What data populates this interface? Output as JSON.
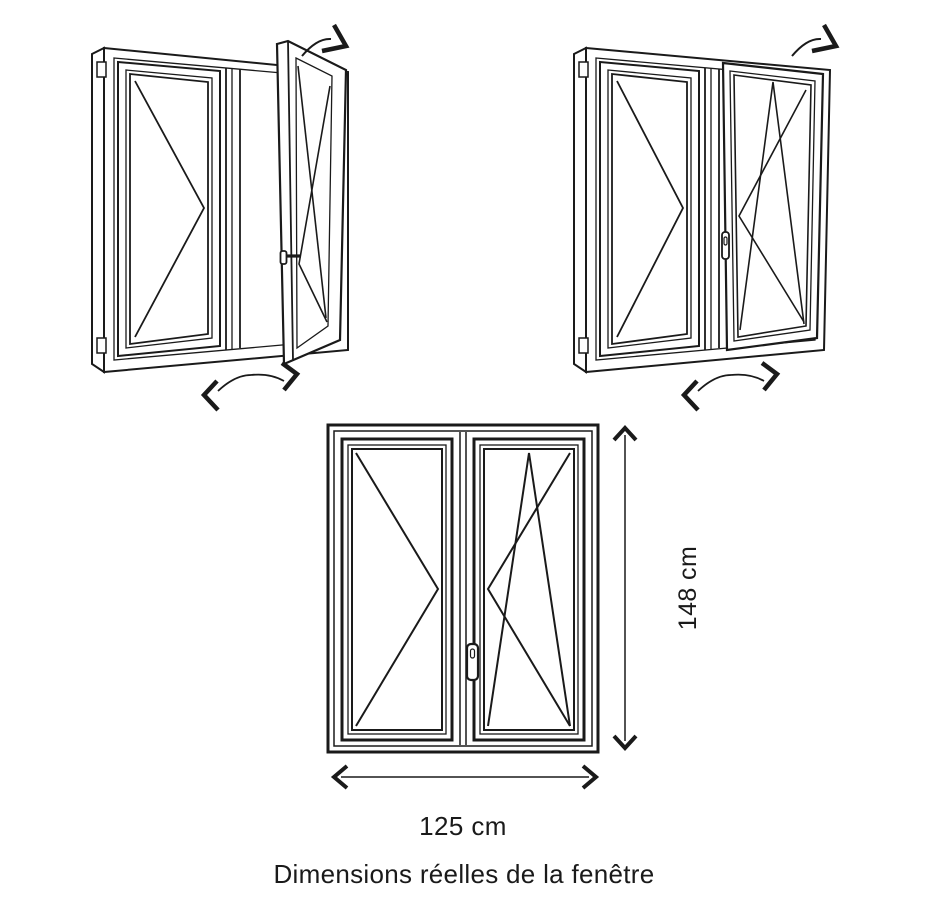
{
  "figure": {
    "caption": "Dimensions réelles de la fenêtre",
    "height_label": "148 cm",
    "width_label": "125 cm",
    "ink_color": "#1a1a1a",
    "background_color": "#ffffff",
    "icons": {
      "turn_open_window": "window-two-pane-right-sash-turn-open",
      "tilt_open_window": "window-two-pane-right-sash-tilt-open",
      "front_view_window": "window-front-view-tilt-and-turn",
      "tilt_arrow": "curved-tilt-direction-arrow",
      "swing_arrow": "curved-swing-direction-arrow",
      "height_arrow": "vertical-double-headed-dimension-arrow",
      "width_arrow": "horizontal-double-headed-dimension-arrow",
      "handle": "window-handle"
    }
  }
}
